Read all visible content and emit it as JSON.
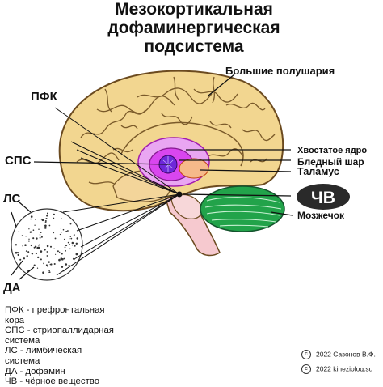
{
  "title": [
    "Мезокортикальная",
    "дофаминергическая",
    "подсистема"
  ],
  "labels": {
    "hemispheres": "Большие полушария",
    "pfk": "ПФК",
    "sps": "СПС",
    "ls": "ЛС",
    "da": "ДА",
    "caudate": "Хвостатое ядро",
    "pallidus": "Бледный шар",
    "thalamus": "Таламус",
    "chv": "ЧВ",
    "cerebellum": "Мозжечок"
  },
  "legend": [
    "ПФК - префронтальная",
    "кора",
    "СПС - стриопаллидарная",
    "система",
    "ЛС - лимбическая",
    "система",
    "ДА - дофамин",
    "ЧВ - чёрное вещество"
  ],
  "copyright": {
    "symbol": "c",
    "line1": "2022 Сазонов В.Ф.",
    "line2": "2022 kineziolog.su"
  },
  "colors": {
    "cortex": "#f2d690",
    "gyri": "#7a5a2a",
    "magenta": "#d946ef",
    "pink_light": "#f0a5f5",
    "purple": "#6d28d9",
    "thalamus": "#f6b98a",
    "cerebellum": "#22a34a",
    "brainstem": "#f6c9cf",
    "chv_fill": "#2a2a2a"
  }
}
